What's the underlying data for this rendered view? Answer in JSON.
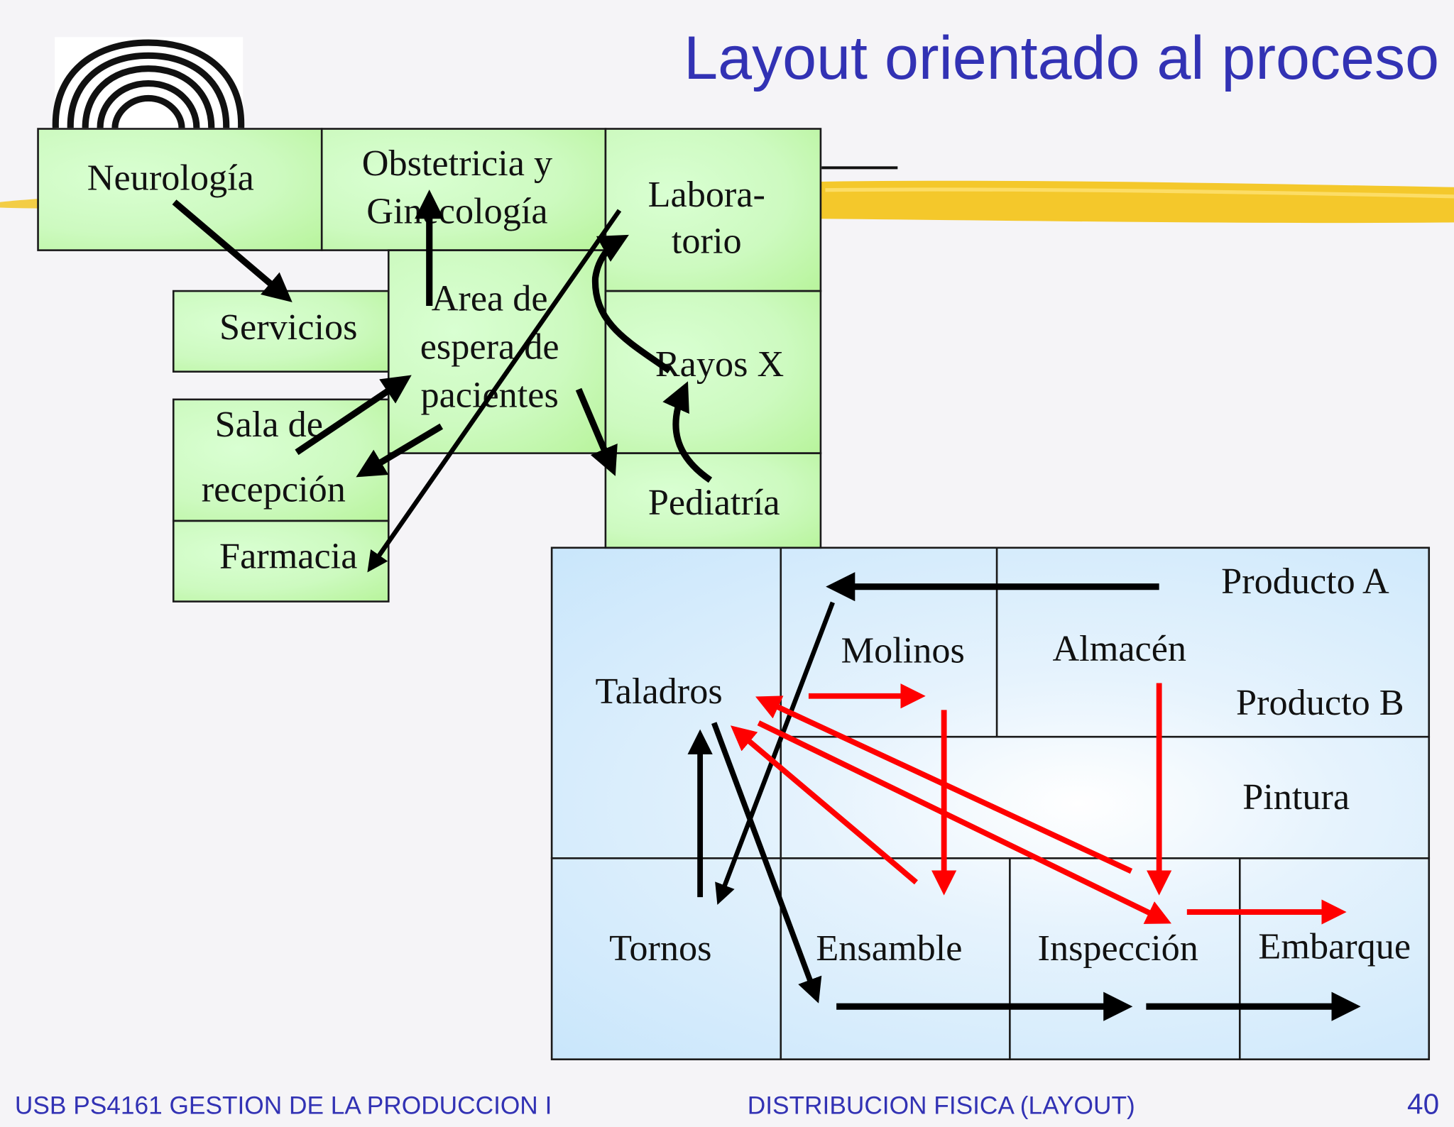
{
  "title": "Layout orientado al proceso",
  "hospital": {
    "departments": {
      "neurologia": "Neurología",
      "obstetricia_1": "Obstetricia y",
      "obstetricia_2": "Ginecología",
      "laboratorio_1": "Labora-",
      "laboratorio_2": "torio",
      "servicios": "Servicios",
      "area_espera_1": "Area de",
      "area_espera_2": "espera de",
      "area_espera_3": "pacientes",
      "rayos_x": "Rayos X",
      "sala_recepcion_1": "Sala de",
      "sala_recepcion_2": "recepción",
      "pediatria": "Pediatría",
      "farmacia": "Farmacia"
    }
  },
  "factory": {
    "departments": {
      "producto_a": "Producto A",
      "molinos": "Molinos",
      "almacen": "Almacén",
      "taladros": "Taladros",
      "producto_b": "Producto B",
      "pintura": "Pintura",
      "tornos": "Tornos",
      "ensamble": "Ensamble",
      "inspeccion": "Inspección",
      "embarque": "Embarque"
    }
  },
  "colors": {
    "title": "#3232b4",
    "footer": "#3232b4",
    "flow_product_a": "#000000",
    "flow_product_b": "#ff0000",
    "hospital_fill": "#ccf9c0",
    "factory_fill": "#d6ecfb",
    "highlight_stroke": "#f3c319"
  },
  "icons": {
    "logo": "usb-logo-icon"
  },
  "footer": {
    "left": "USB PS4161  GESTION DE LA PRODUCCION I",
    "center": "DISTRIBUCION FISICA (LAYOUT)",
    "page": "40"
  }
}
